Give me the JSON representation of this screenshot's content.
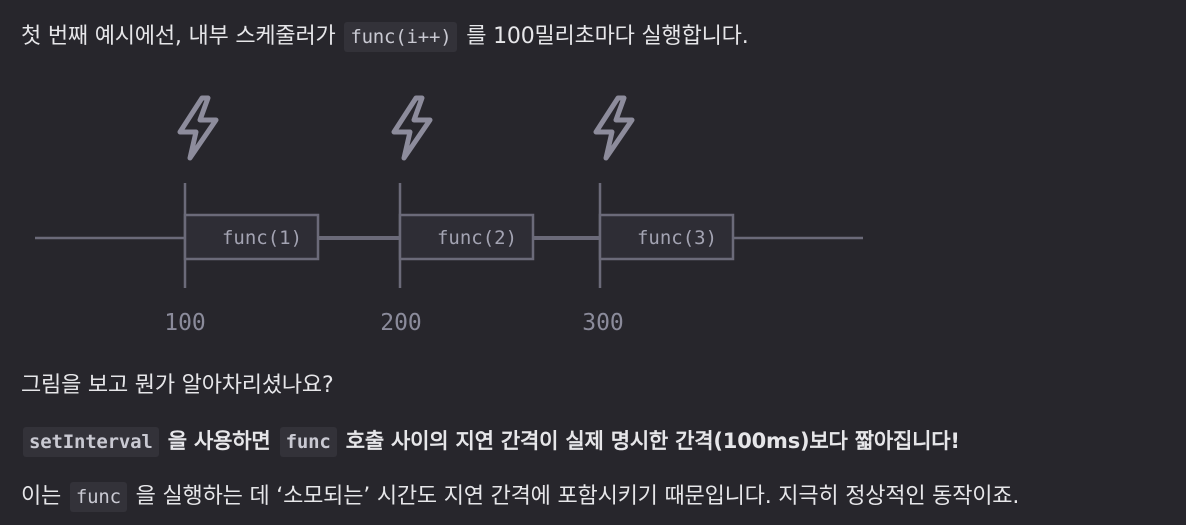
{
  "intro": {
    "before": "첫 번째 예시에선, 내부 스케줄러가",
    "code": "func(i++)",
    "after": "를 100밀리초마다 실행합니다."
  },
  "diagram": {
    "calls": [
      "func(1)",
      "func(2)",
      "func(3)"
    ],
    "ticks": [
      "100",
      "200",
      "300"
    ],
    "icon": "lightning-bolt-icon",
    "colors": {
      "line": "#6b6a79",
      "icon": "#8d8c9c",
      "box_fill": "#2e2d35"
    }
  },
  "question": "그림을 보고 뭔가 알아차리셨나요?",
  "statement": {
    "code1": "setInterval",
    "part1": "을 사용하면",
    "code2": "func",
    "part2": "호출 사이의 지연 간격이 실제 명시한 간격(100ms)보다 짧아집니다!"
  },
  "explanation": {
    "before": "이는",
    "code": "func",
    "after": "을 실행하는 데 ‘소모되는’ 시간도 지연 간격에 포함시키기 때문입니다. 지극히 정상적인 동작이죠."
  }
}
